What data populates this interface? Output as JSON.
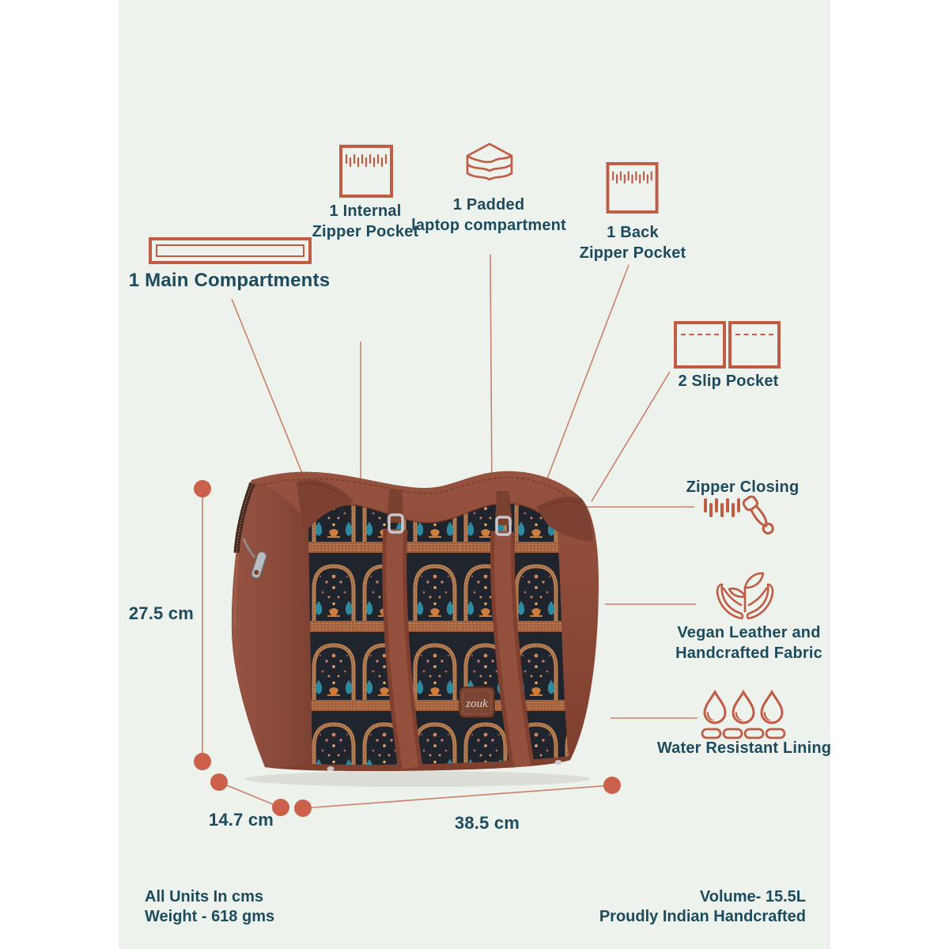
{
  "product": {
    "brand_label": "zouk",
    "features": {
      "main_compartments": {
        "label": "1 Main Compartments"
      },
      "internal_zipper_pocket": {
        "line1": "1 Internal",
        "line2": "Zipper Pocket"
      },
      "padded_laptop_compartment": {
        "line1": "1 Padded",
        "line2": "laptop compartment"
      },
      "back_zipper_pocket": {
        "line1": "1 Back",
        "line2": "Zipper Pocket"
      },
      "slip_pocket": {
        "label": "2 Slip Pocket"
      },
      "zipper_closing": {
        "label": "Zipper Closing"
      },
      "vegan_leather": {
        "line1": "Vegan Leather and",
        "line2": "Handcrafted Fabric"
      },
      "water_resistant_lining": {
        "label": "Water Resistant Lining"
      }
    },
    "dimensions": {
      "height": "27.5 cm",
      "depth": "14.7 cm",
      "width": "38.5 cm"
    },
    "footer_left": {
      "line1": "All Units In cms",
      "line2": "Weight - 618 gms"
    },
    "footer_right": {
      "line1": "Volume- 15.5L",
      "line2": "Proudly Indian Handcrafted"
    },
    "icons": {
      "main_compartments": "wide-slot-outline-icon",
      "internal_zipper_pocket": "square-zipper-teeth-icon",
      "padded_laptop_compartment": "stacked-padded-layers-icon",
      "back_zipper_pocket": "square-zipper-teeth-icon",
      "slip_pocket": "two-squares-dashed-icon",
      "zipper_closing": "zipper-pull-icon",
      "vegan_leather": "hands-holding-leaf-icon",
      "water_resistant_lining": "water-drops-icon"
    },
    "colors": {
      "accent_terracotta": "#c05b44",
      "marker_dot": "#cb614b",
      "callout_line": "#c98169",
      "text_teal": "#1d4b5e",
      "background_mint": "#edf2ec",
      "page_margin": "#ffffff",
      "bag_leather_brown": "#8a4839",
      "fabric_navy": "#20242c",
      "fabric_teal": "#2e8a9f",
      "fabric_orange": "#bd8152"
    }
  }
}
